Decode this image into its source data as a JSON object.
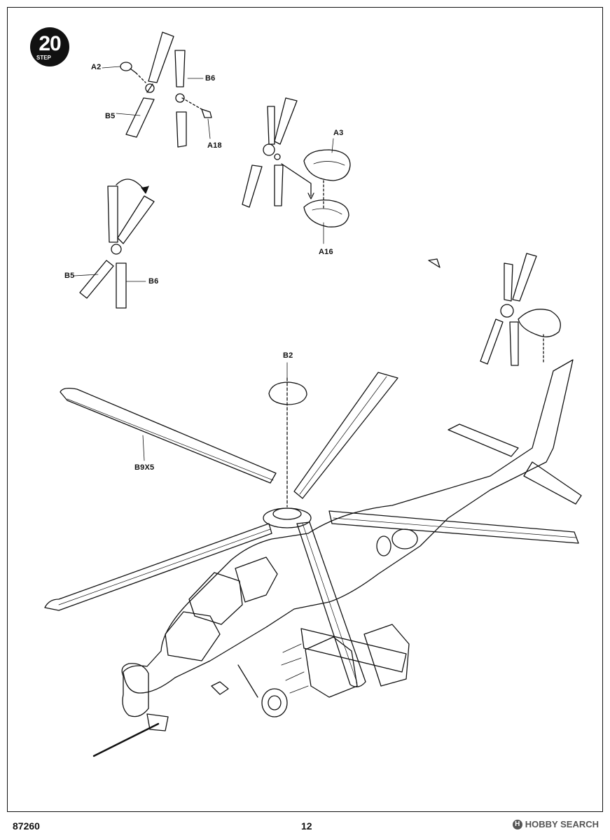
{
  "step": {
    "number": "20",
    "word": "STEP"
  },
  "labels": {
    "a2": "A2",
    "b6_top": "B6",
    "b5_top": "B5",
    "a18": "A18",
    "a3": "A3",
    "a16": "A16",
    "b5_mid": "B5",
    "b6_mid": "B6",
    "b2": "B2",
    "b9x5": "B9X5"
  },
  "footer": {
    "code": "87260",
    "page": "12"
  },
  "watermark": {
    "text": "HOBBY SEARCH",
    "logo": "H"
  }
}
